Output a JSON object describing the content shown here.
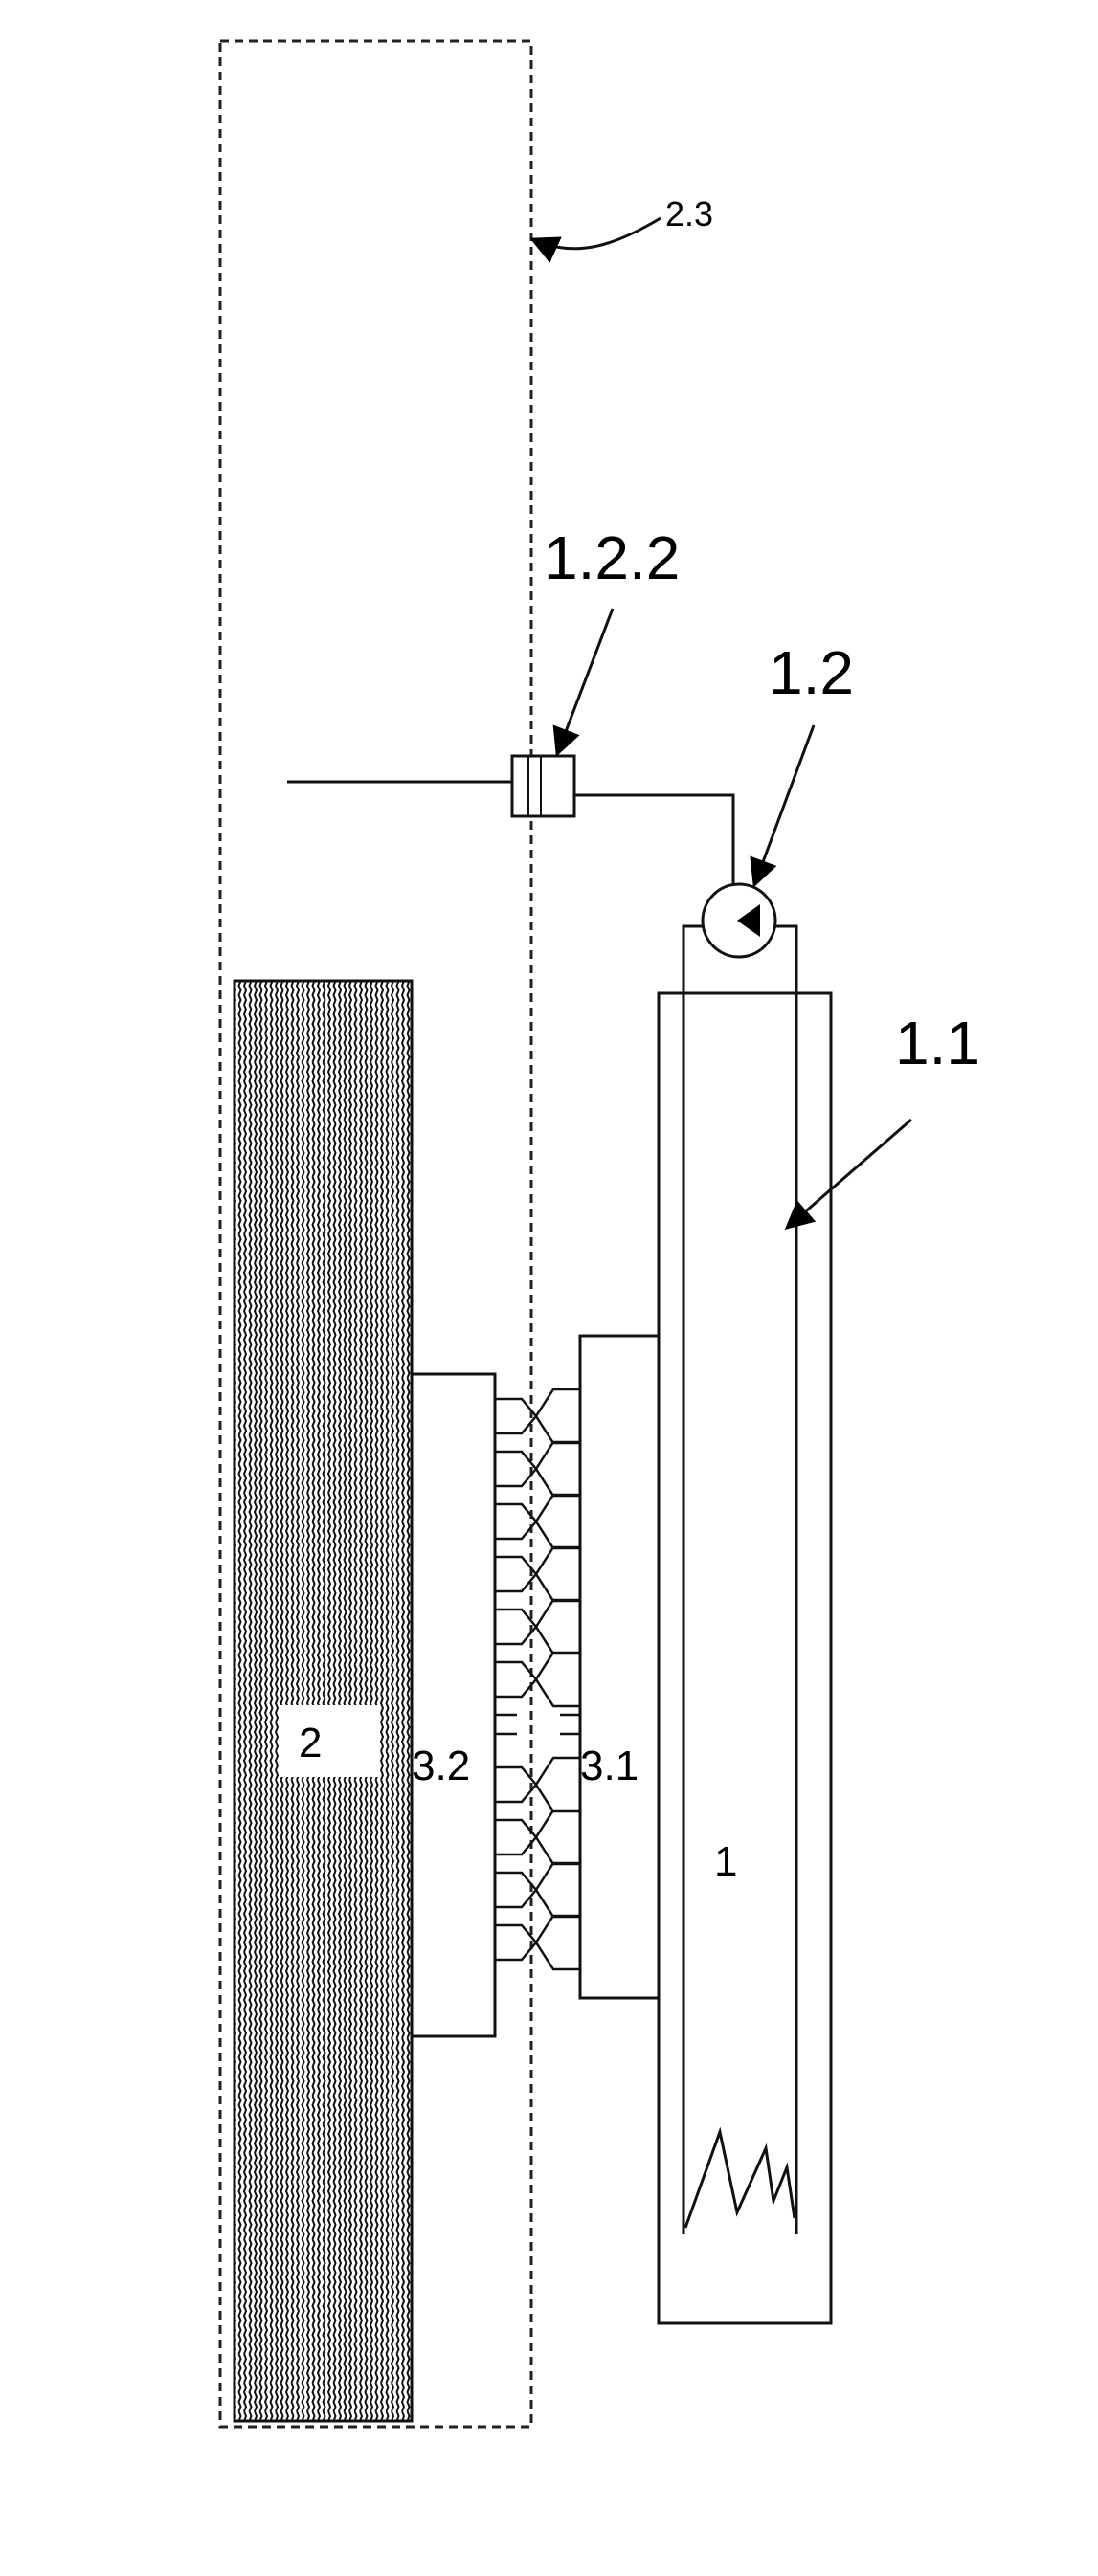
{
  "diagram": {
    "labels": {
      "dashed_region": "2.3",
      "valve": "1.2.2",
      "pump": "1.2",
      "tube": "1.1",
      "block_left": "2",
      "contacts_left": "3.2",
      "contacts_right": "3.1",
      "vessel": "1"
    }
  }
}
